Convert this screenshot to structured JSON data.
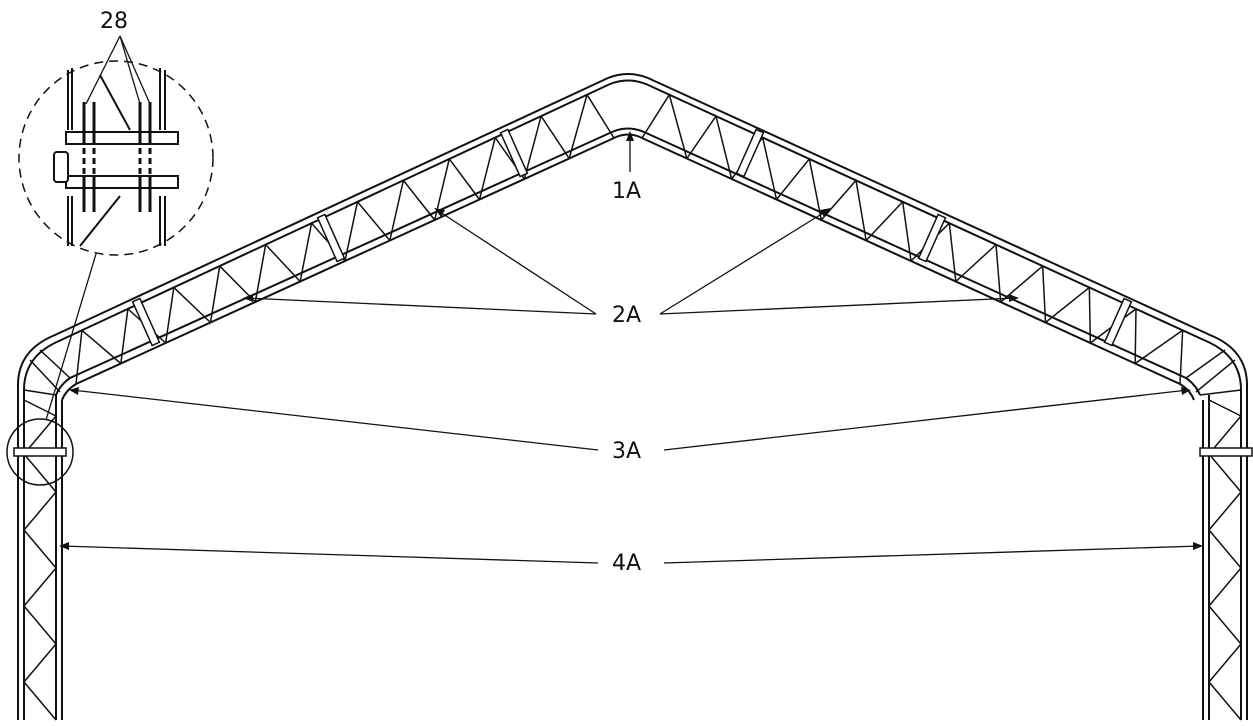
{
  "diagram": {
    "stroke_color": "#111111",
    "background_color": "#ffffff",
    "labels": {
      "detail_ref": "28",
      "ridge": "1A",
      "rafter": "2A",
      "eave": "3A",
      "column": "4A"
    }
  }
}
